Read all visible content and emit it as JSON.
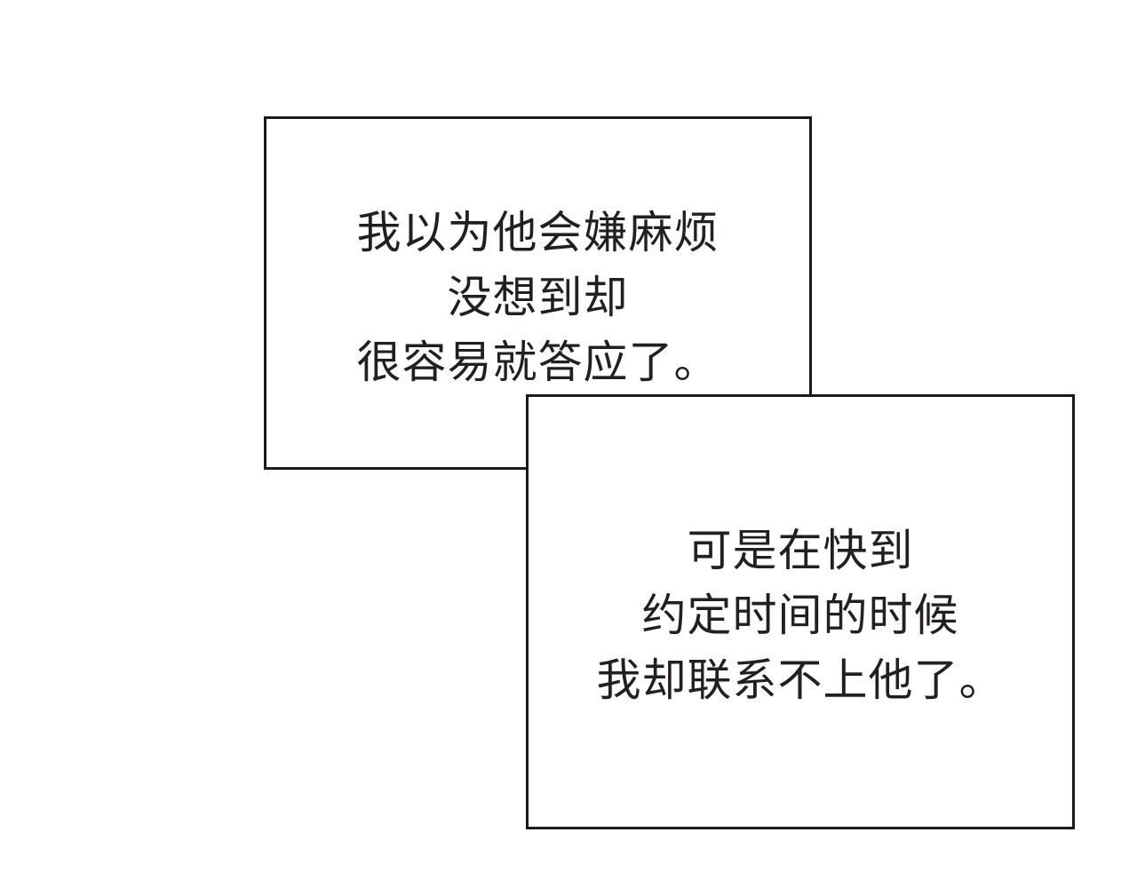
{
  "panels": {
    "top": {
      "lines": [
        "我以为他会嫌麻烦",
        "没想到却",
        "很容易就答应了。"
      ]
    },
    "bottom": {
      "lines": [
        "可是在快到",
        "约定时间的时候",
        "我却联系不上他了。"
      ]
    }
  },
  "colors": {
    "border": "#1a1a1a",
    "text": "#231f1f",
    "background": "#ffffff"
  }
}
